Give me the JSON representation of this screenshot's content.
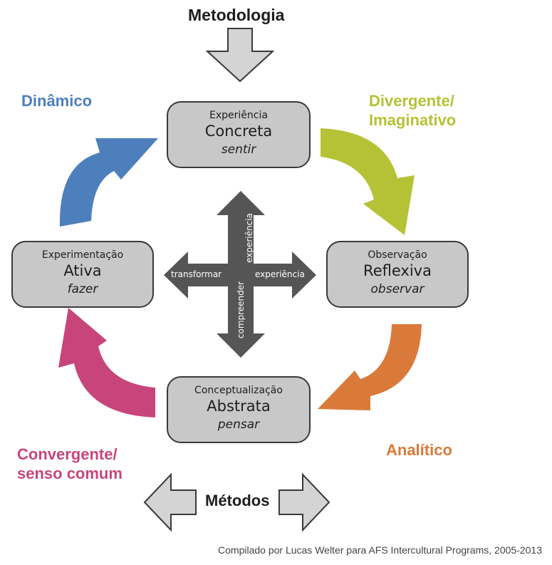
{
  "title": "Metodologia",
  "footer_label": "Métodos",
  "credit": "Compilado por Lucas Welter para AFS Intercultural Programs, 2005-2013",
  "styles": {
    "dinamico": "Dinâmico",
    "divergente_line1": "Divergente/",
    "divergente_line2": "Imaginativo",
    "analitico": "Analítico",
    "convergente_line1": "Convergente/",
    "convergente_line2": "senso comum"
  },
  "boxes": {
    "top": {
      "line1": "Experiência",
      "line2": "Concreta",
      "line3": "sentir"
    },
    "left": {
      "line1": "Experimentação",
      "line2": "Ativa",
      "line3": "fazer"
    },
    "right": {
      "line1": "Observação",
      "line2": "Reflexiva",
      "line3": "observar"
    },
    "bottom": {
      "line1": "Conceptualização",
      "line2": "Abstrata",
      "line3": "pensar"
    }
  },
  "cross": {
    "left": "transformar",
    "right": "experiência",
    "up": "experiência",
    "down": "compreender"
  },
  "colors": {
    "dinamico": "#4d7fbd",
    "divergente": "#b5c236",
    "analitico": "#d97a3a",
    "convergente": "#c8457c",
    "cross": "#555555",
    "box_fill": "#c8c8c8"
  },
  "icons": {
    "top_arrow": "arrow-down-icon",
    "bottom_arrows": "double-arrow-left-right-icon"
  }
}
